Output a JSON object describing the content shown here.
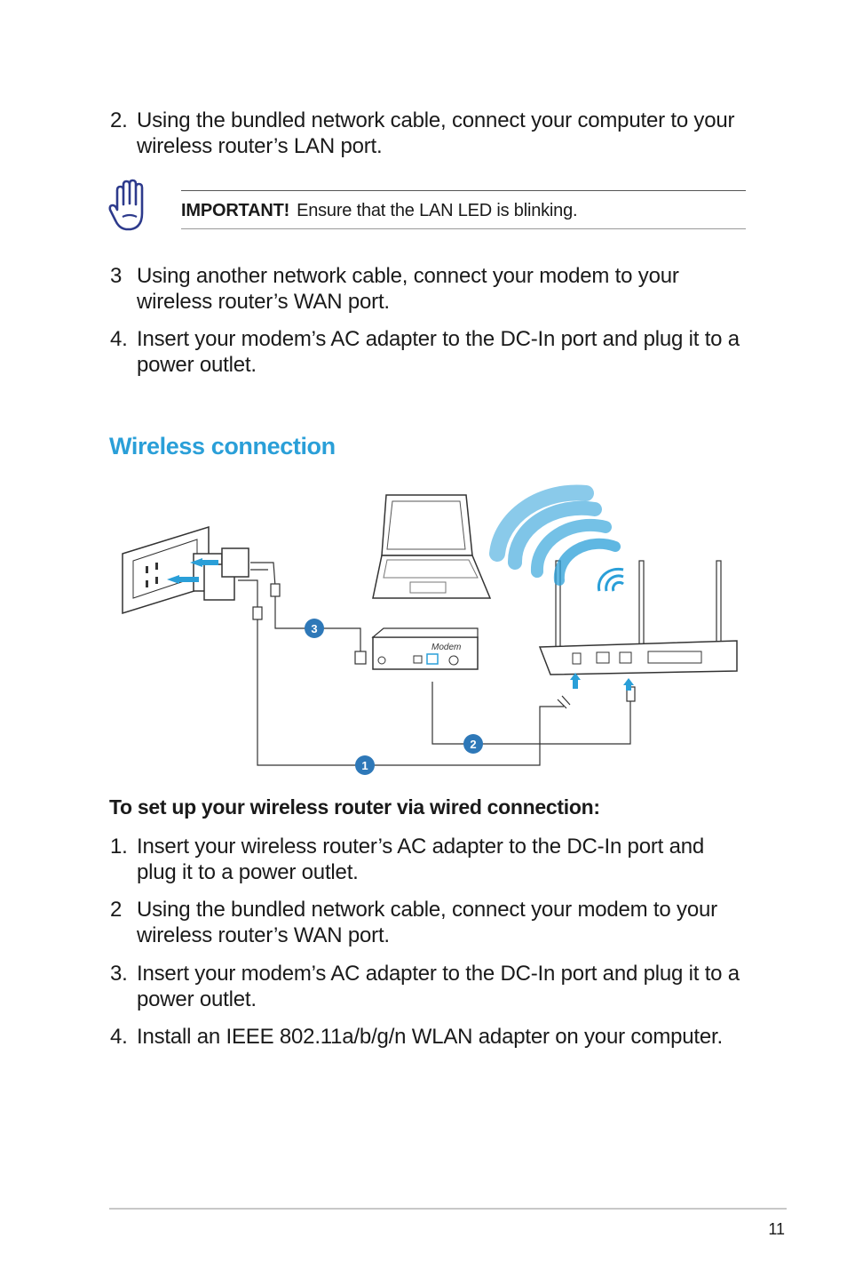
{
  "steps_top": [
    {
      "num": "2.",
      "text": "Using the bundled network cable, connect your computer to your wireless router’s LAN port."
    },
    {
      "num": "3",
      "text": "Using another network cable, connect your modem to your wireless router’s WAN port."
    },
    {
      "num": "4.",
      "text": "Insert your modem’s AC adapter to the DC-In port and plug it to a power outlet."
    }
  ],
  "note": {
    "label": "IMPORTANT!",
    "text": "Ensure that the LAN LED is blinking.",
    "icon": "hand-icon"
  },
  "section_heading": "Wireless connection",
  "diagram": {
    "modem_label": "Modem",
    "callouts": [
      "1",
      "2",
      "3"
    ],
    "accent_color": "#2a9fd8",
    "callout_color": "#2e78b8"
  },
  "sub_heading": "To set up your wireless router via wired connection:",
  "steps_bottom": [
    {
      "num": "1.",
      "text": "Insert your wireless router’s AC adapter to the DC-In port and plug it to a power outlet."
    },
    {
      "num": "2",
      "text": "Using the bundled network cable, connect your modem to your wireless router’s WAN port."
    },
    {
      "num": "3.",
      "text": "Insert your modem’s AC adapter to the DC-In port and plug it to a power outlet."
    },
    {
      "num": "4.",
      "text": "Install an IEEE 802.11a/b/g/n WLAN adapter on your computer."
    }
  ],
  "page_number": "11"
}
